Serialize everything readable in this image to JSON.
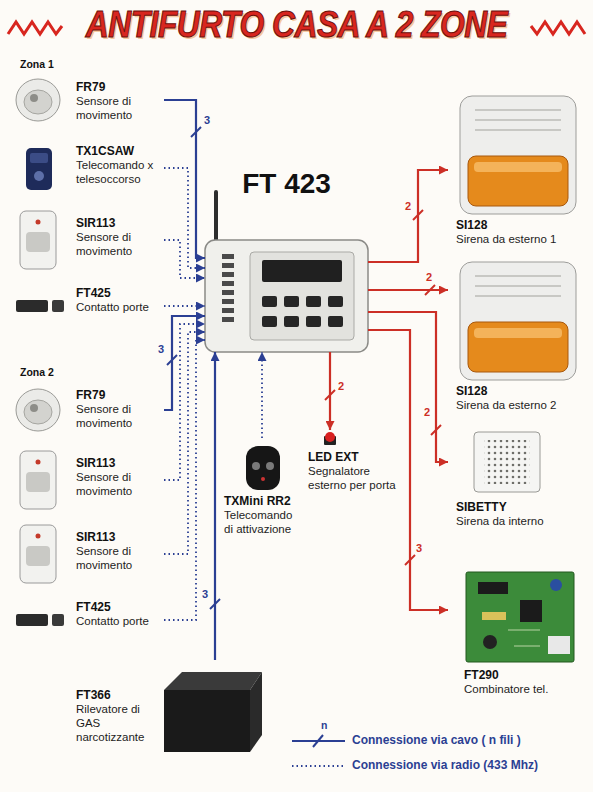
{
  "diagram": {
    "title": "ANTIFURTO CASA A 2 ZONE",
    "nodes": [
      {
        "text": [
          "FR79",
          "Sensore di movimento"
        ]
      },
      {
        "text": [
          "TX1CSAW",
          "Telecomando x telesoccorso"
        ]
      },
      {
        "text": [
          "SIR113",
          "Sensore di movimento"
        ]
      },
      {
        "text": [
          "FT425",
          "Contatto porte"
        ]
      },
      {
        "text": [
          "FT 423"
        ]
      },
      {
        "text": [
          "SI128",
          "Sirena da esterno 1"
        ]
      },
      {
        "text": [
          "SI128",
          "Sirena da esterno 2"
        ]
      },
      {
        "text": [
          "FR79",
          "Sensore di movimento"
        ]
      },
      {
        "text": [
          "TXMini RR2",
          "Telecomando di attivazione"
        ]
      },
      {
        "text": [
          "LED EXT",
          "Segnalatore esterno per porta"
        ]
      },
      {
        "text": [
          "SIBETTY",
          "Sirena da interno"
        ]
      },
      {
        "text": [
          "SIR113",
          "Sensore di movimento"
        ]
      },
      {
        "text": [
          "SIR113",
          "Sensore di movimento"
        ]
      },
      {
        "text": [
          "FT425",
          "Contatto porte"
        ]
      },
      {
        "text": [
          "FT290",
          "Combinatore tel."
        ]
      },
      {
        "text": [
          "FT366",
          "Rilevatore di GAS narcotizzante"
        ]
      }
    ],
    "edges": [
      {
        "from": 0,
        "to": 4,
        "label": "3",
        "arrow": "to"
      },
      {
        "from": 1,
        "to": 4,
        "arrow": "to"
      },
      {
        "from": 2,
        "to": 4,
        "arrow": "to"
      },
      {
        "from": 3,
        "to": 4,
        "arrow": "to"
      },
      {
        "from": 7,
        "to": 4,
        "label": "3",
        "arrow": "to"
      },
      {
        "from": 11,
        "to": 4,
        "arrow": "to"
      },
      {
        "from": 12,
        "to": 4,
        "arrow": "to"
      },
      {
        "from": 13,
        "to": 4,
        "arrow": "to"
      },
      {
        "from": 15,
        "to": 4,
        "label": "3",
        "arrow": "to"
      },
      {
        "from": 8,
        "to": 4,
        "arrow": "to"
      },
      {
        "from": 4,
        "to": 5,
        "label": "2",
        "arrow": "to"
      },
      {
        "from": 4,
        "to": 6,
        "label": "2",
        "arrow": "to"
      },
      {
        "from": 4,
        "to": 9,
        "label": "2",
        "arrow": "to"
      },
      {
        "from": 4,
        "to": 10,
        "label": "2",
        "arrow": "to"
      },
      {
        "from": 4,
        "to": 14,
        "label": "3",
        "arrow": "to"
      }
    ],
    "labels": [
      "Zona 1",
      "Zona 2",
      "n"
    ],
    "legend": [
      {
        "text": "Connessione via cavo ( n fili )"
      },
      {
        "text": "Connessione via radio (433 Mhz)"
      }
    ]
  }
}
